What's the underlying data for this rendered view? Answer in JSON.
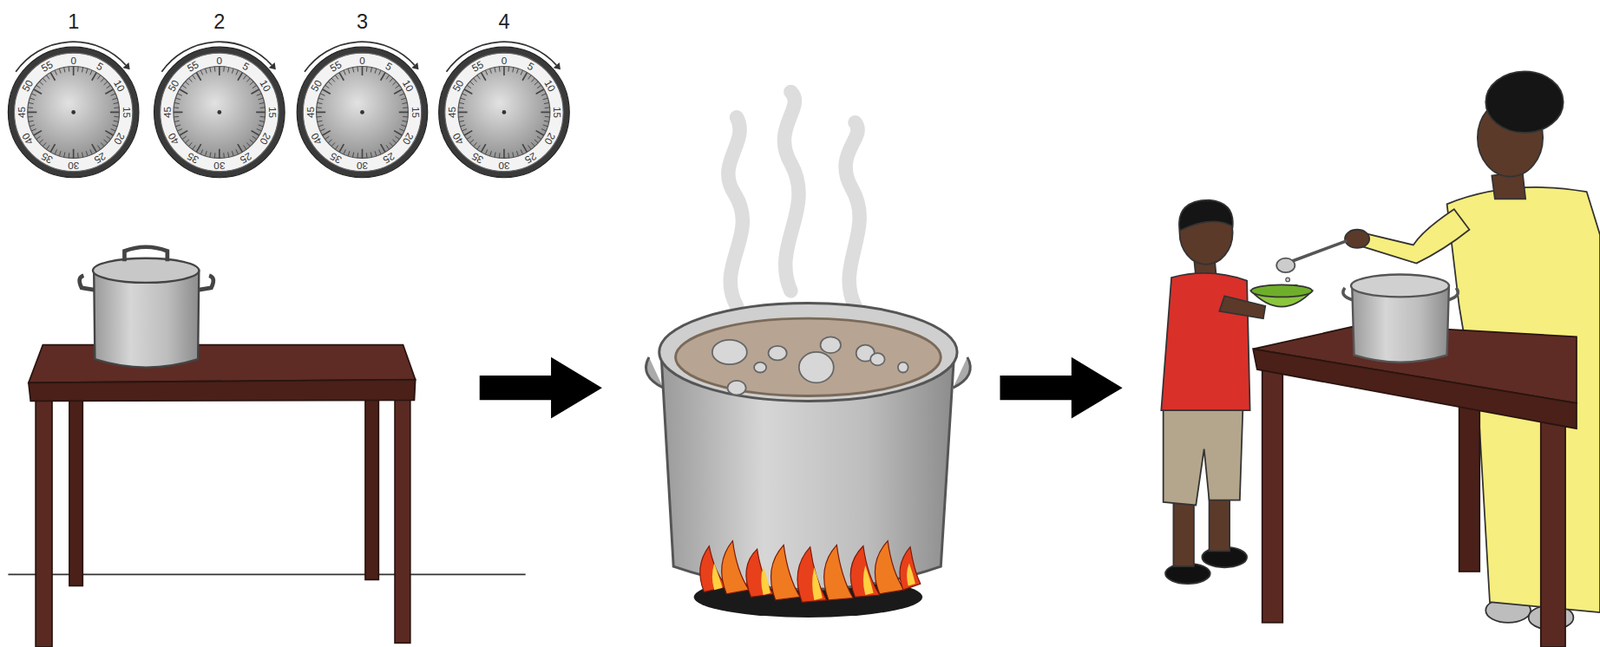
{
  "diagram": {
    "nodes": [
      {
        "text": [
          "1",
          "0",
          "5",
          "10",
          "15",
          "20",
          "25",
          "30",
          "35",
          "40",
          "45",
          "50",
          "55"
        ]
      },
      {
        "text": [
          "2",
          "0",
          "5",
          "10",
          "15",
          "20",
          "25",
          "30",
          "35",
          "40",
          "45",
          "50",
          "55"
        ]
      },
      {
        "text": [
          "3",
          "0",
          "5",
          "10",
          "15",
          "20",
          "25",
          "30",
          "35",
          "40",
          "45",
          "50",
          "55"
        ]
      },
      {
        "text": [
          "4",
          "0",
          "5",
          "10",
          "15",
          "20",
          "25",
          "30",
          "35",
          "40",
          "45",
          "50",
          "55"
        ]
      }
    ]
  }
}
